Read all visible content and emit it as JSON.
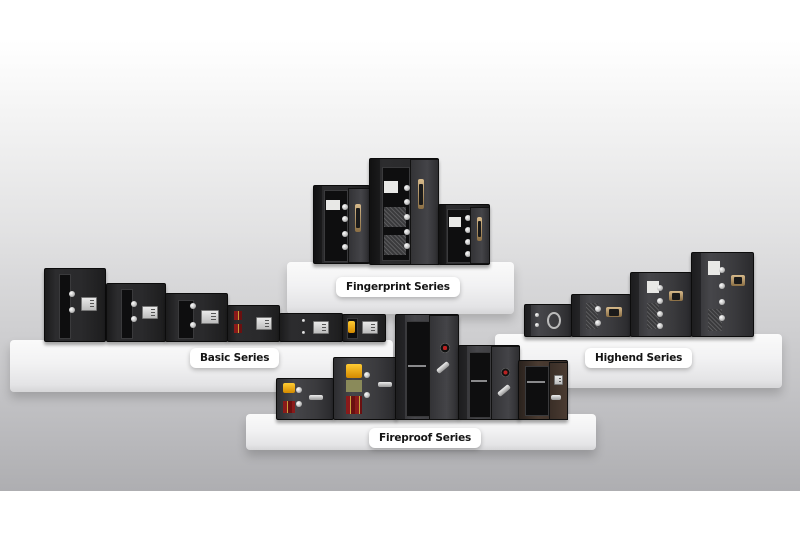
{
  "banner": {
    "title": "Safe Product Lineup",
    "series": [
      {
        "id": "fingerprint",
        "label": "Fingerprint Series",
        "product_count": 3
      },
      {
        "id": "basic",
        "label": "Basic Series",
        "product_count": 6
      },
      {
        "id": "highend",
        "label": "Highend Series",
        "product_count": 4
      },
      {
        "id": "fireproof",
        "label": "Fireproof Series",
        "product_count": 5
      }
    ]
  },
  "colors": {
    "background_top": "#ffffff",
    "background_bottom": "#aeaeb1",
    "platform": "#f2f2f3",
    "label_text": "#141414",
    "safe_body": "#2a2a2c",
    "accent_gold": "#ffcc33"
  }
}
